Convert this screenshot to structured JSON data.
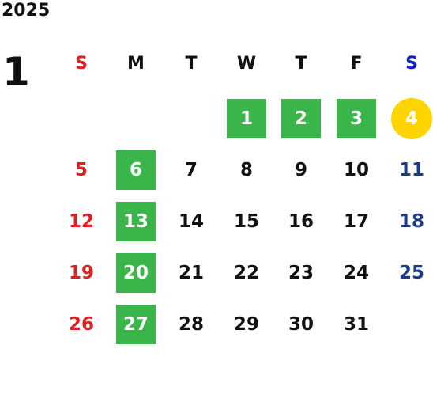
{
  "year": "2025",
  "month": "1",
  "weekdays": [
    "S",
    "M",
    "T",
    "W",
    "T",
    "F",
    "S"
  ],
  "colors": {
    "sunday": "#e02020",
    "saturday_header": "#1020c8",
    "saturday": "#1a3a8c",
    "holiday_green": "#3ab54a",
    "holiday_yellow": "#ffd400",
    "text": "#111111"
  },
  "weeks": [
    [
      null,
      null,
      null,
      {
        "d": "1",
        "mark": "green"
      },
      {
        "d": "2",
        "mark": "green"
      },
      {
        "d": "3",
        "mark": "green"
      },
      {
        "d": "4",
        "mark": "yellow"
      }
    ],
    [
      {
        "d": "5"
      },
      {
        "d": "6",
        "mark": "green"
      },
      {
        "d": "7"
      },
      {
        "d": "8"
      },
      {
        "d": "9"
      },
      {
        "d": "10"
      },
      {
        "d": "11"
      }
    ],
    [
      {
        "d": "12"
      },
      {
        "d": "13",
        "mark": "green"
      },
      {
        "d": "14"
      },
      {
        "d": "15"
      },
      {
        "d": "16"
      },
      {
        "d": "17"
      },
      {
        "d": "18"
      }
    ],
    [
      {
        "d": "19"
      },
      {
        "d": "20",
        "mark": "green"
      },
      {
        "d": "21"
      },
      {
        "d": "22"
      },
      {
        "d": "23"
      },
      {
        "d": "24"
      },
      {
        "d": "25"
      }
    ],
    [
      {
        "d": "26"
      },
      {
        "d": "27",
        "mark": "green"
      },
      {
        "d": "28"
      },
      {
        "d": "29"
      },
      {
        "d": "30"
      },
      {
        "d": "31"
      },
      null
    ]
  ]
}
